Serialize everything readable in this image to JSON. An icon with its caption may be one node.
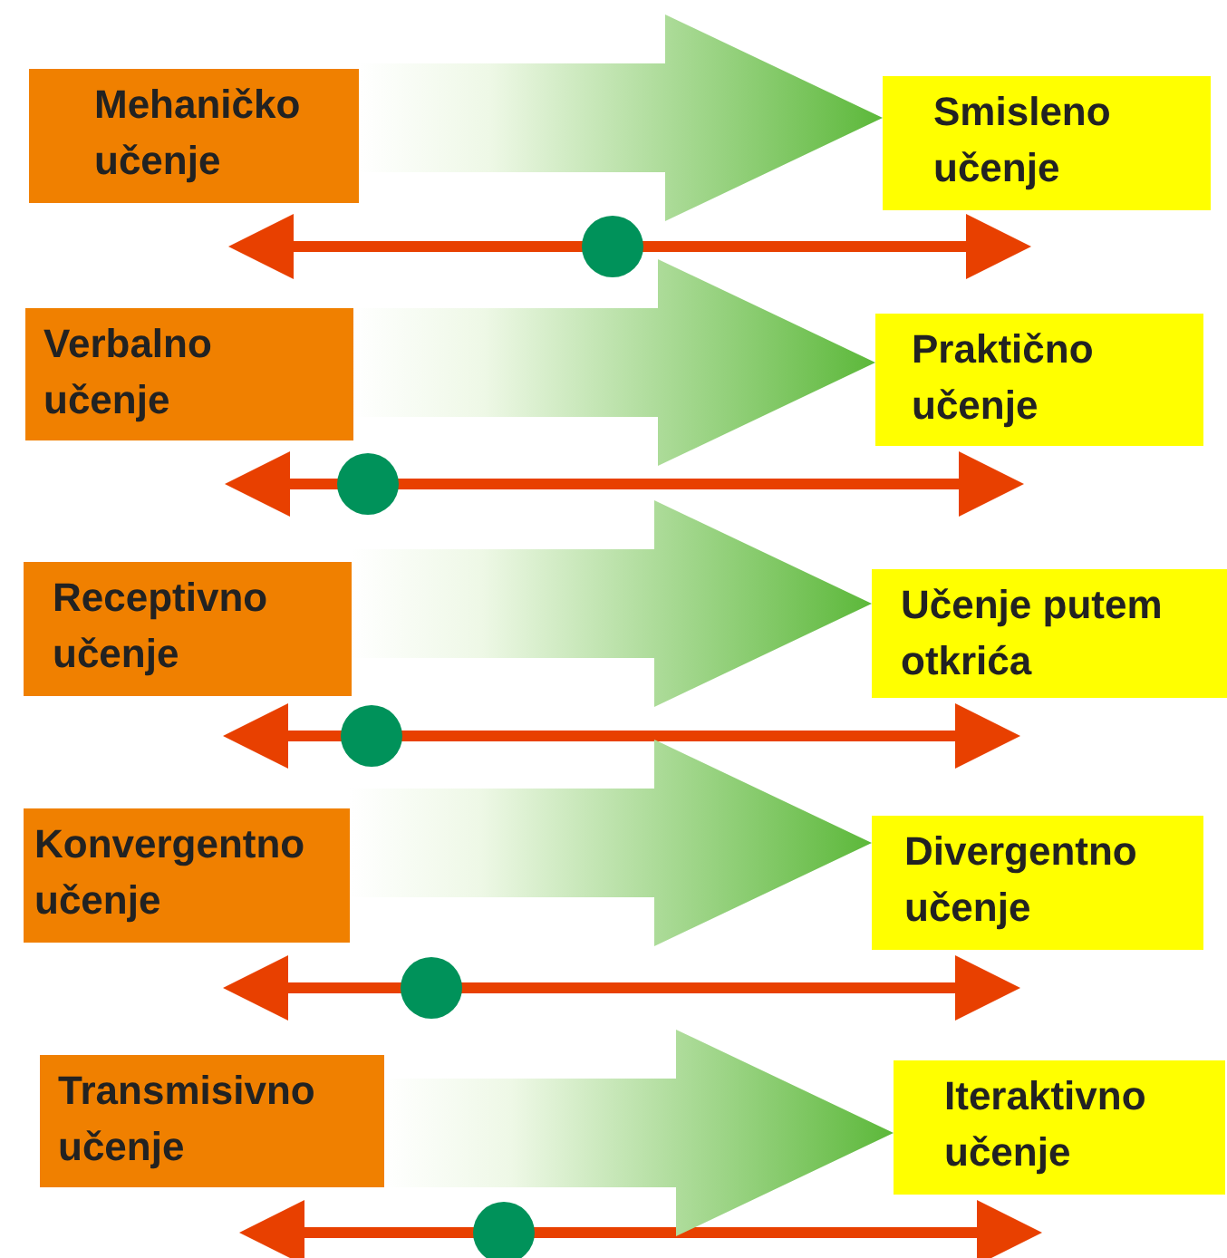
{
  "diagram": {
    "nodes": [
      {
        "text": [
          "Mehaničko učenje"
        ]
      },
      {
        "text": [
          "Smisleno učenje"
        ]
      },
      {
        "text": [
          "Verbalno učenje"
        ]
      },
      {
        "text": [
          "Praktično učenje"
        ]
      },
      {
        "text": [
          "Receptivno učenje"
        ]
      },
      {
        "text": [
          "Učenje putem otkrića"
        ]
      },
      {
        "text": [
          "Konvergentno učenje"
        ]
      },
      {
        "text": [
          "Divergentno učenje"
        ]
      },
      {
        "text": [
          "Transmisivno učenje"
        ]
      },
      {
        "text": [
          "Iteraktivno učenje"
        ]
      }
    ],
    "edges": [
      {
        "from": 0,
        "to": 1,
        "arrow": "to"
      },
      {
        "from": 2,
        "to": 3,
        "arrow": "to"
      },
      {
        "from": 4,
        "to": 5,
        "arrow": "to"
      },
      {
        "from": 6,
        "to": 7,
        "arrow": "to"
      },
      {
        "from": 8,
        "to": 9,
        "arrow": "to"
      },
      {
        "from": 0,
        "to": 1,
        "arrow": "both",
        "color": "#e84000"
      },
      {
        "from": 2,
        "to": 3,
        "arrow": "both",
        "color": "#e84000"
      },
      {
        "from": 4,
        "to": 5,
        "arrow": "both",
        "color": "#e84000"
      },
      {
        "from": 6,
        "to": 7,
        "arrow": "both",
        "color": "#e84000"
      },
      {
        "from": 8,
        "to": 9,
        "arrow": "both",
        "color": "#e84000"
      }
    ]
  }
}
